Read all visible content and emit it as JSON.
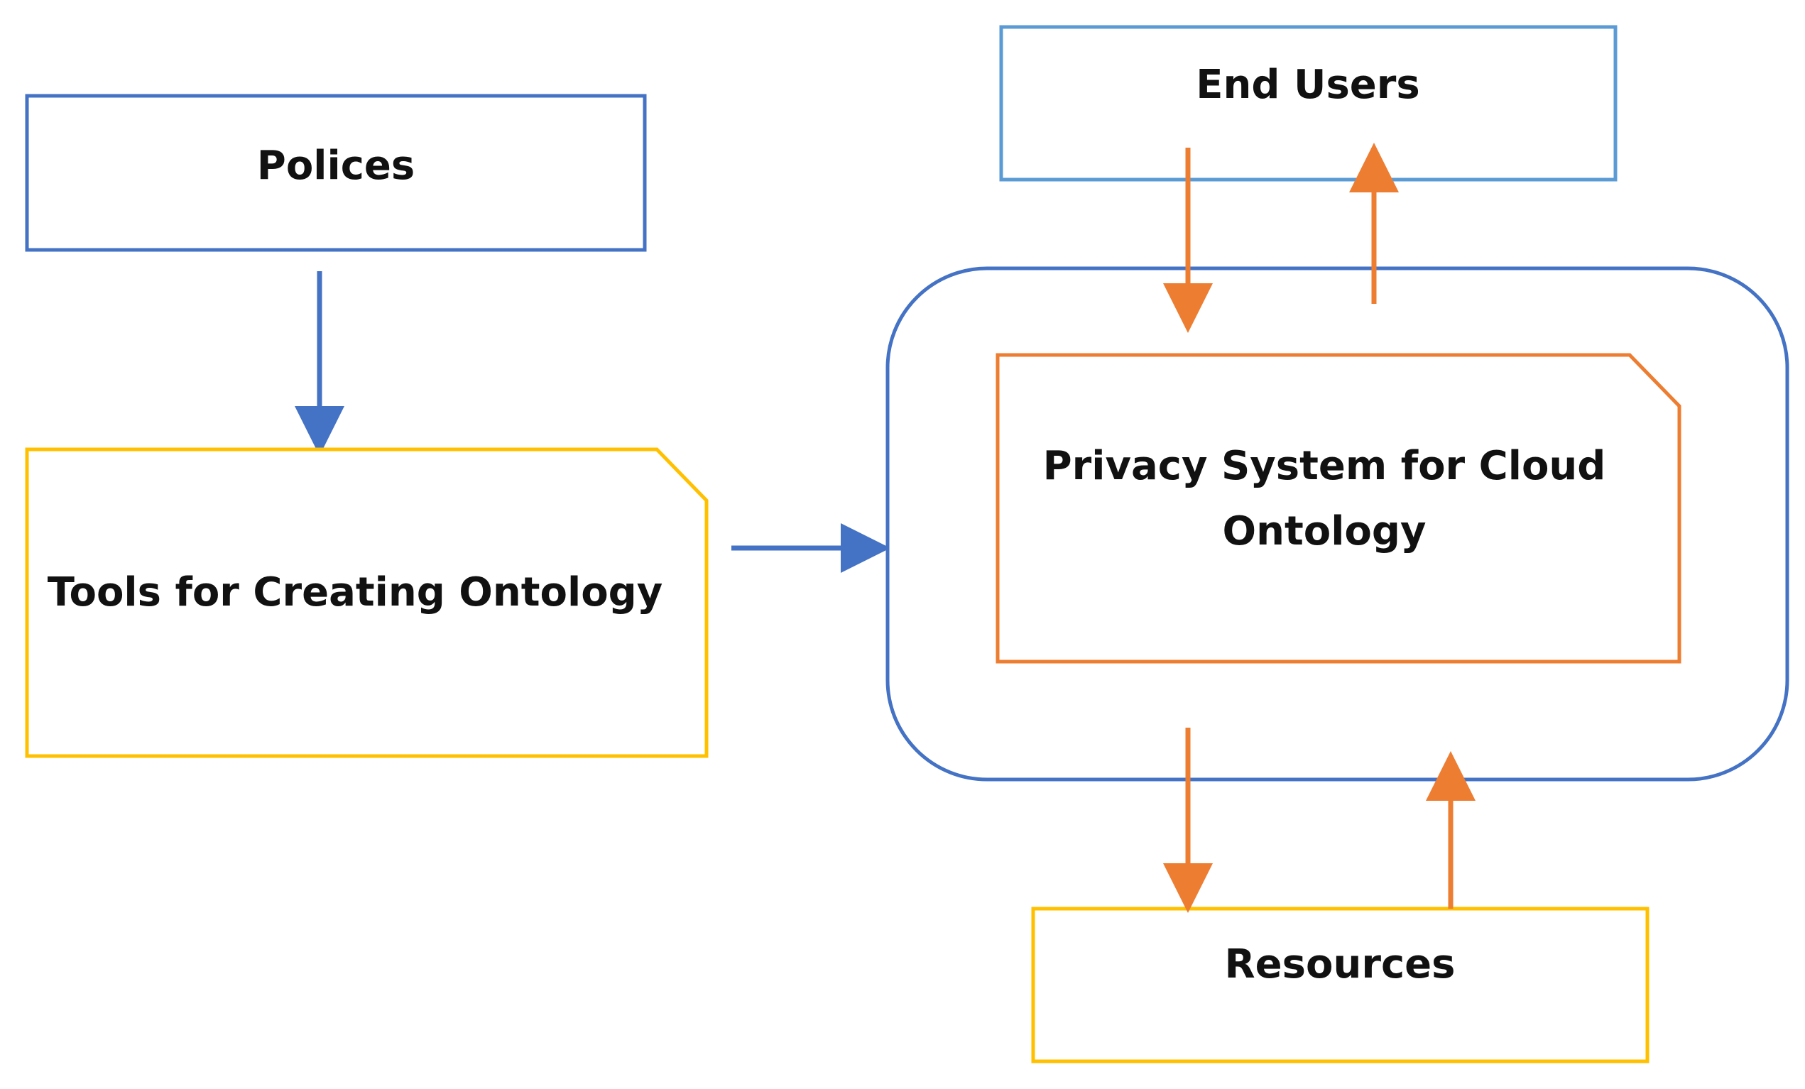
{
  "nodes": {
    "policies": {
      "label": "Polices"
    },
    "tools": {
      "label": "Tools for Creating Ontology"
    },
    "privacy_system": {
      "label_line1": "Privacy System for Cloud",
      "label_line2": "Ontology"
    },
    "end_users": {
      "label": "End Users"
    },
    "resources": {
      "label": "Resources"
    }
  },
  "colors": {
    "blue": "#4472C4",
    "light_blue": "#5B9BD5",
    "orange": "#ED7D31",
    "gold": "#FFC000",
    "text": "#111111"
  }
}
